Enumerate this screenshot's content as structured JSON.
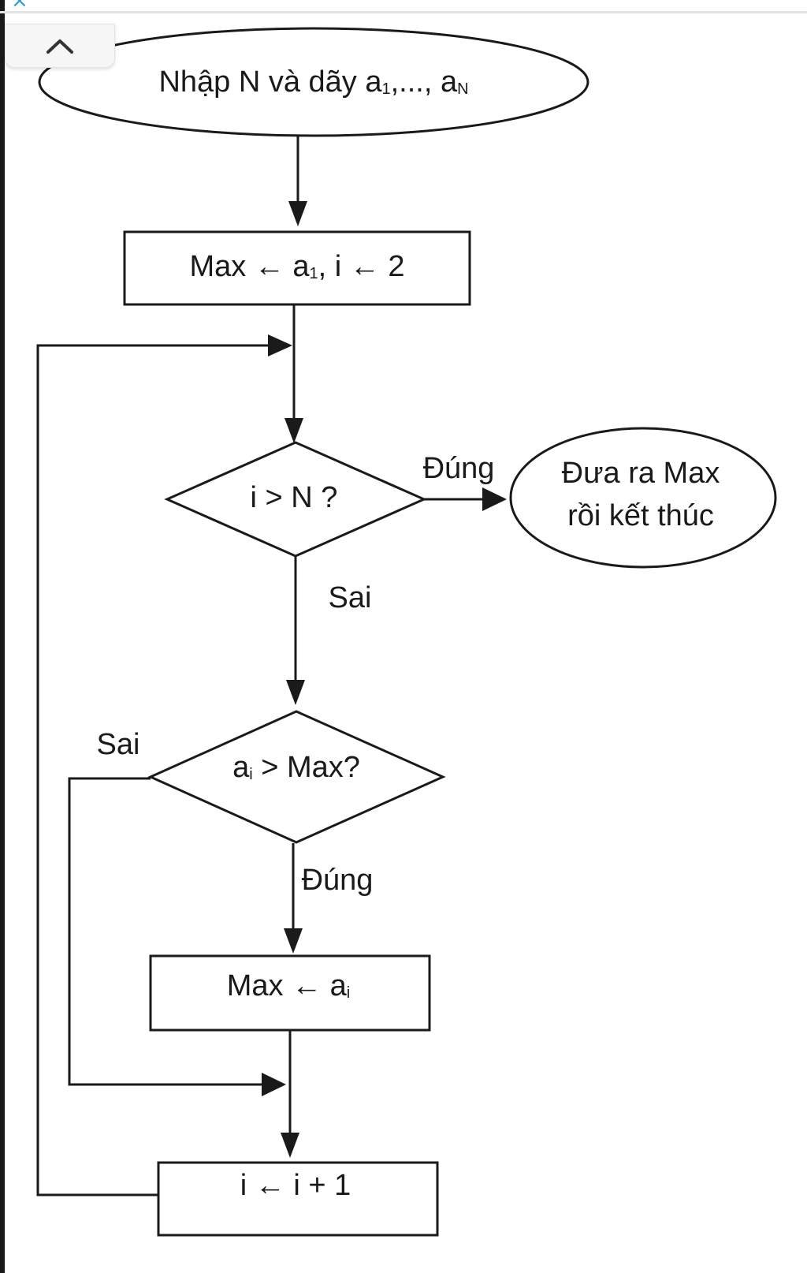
{
  "flowchart": {
    "start": {
      "text": "Nhập N và dãy a",
      "sub1": "1",
      "mid": ",..., a",
      "sub2": "N"
    },
    "init": {
      "text1": "Max ← a",
      "sub": "1",
      "text2": ", i ← 2"
    },
    "decision1": {
      "text": "i > N ?"
    },
    "decision1_true_label": "Đúng",
    "decision1_false_label": "Sai",
    "end": {
      "line1": "Đưa ra Max",
      "line2": "rồi kết thúc"
    },
    "decision2": {
      "text1": "a",
      "sub": "i",
      "text2": " > Max?"
    },
    "decision2_false_label": "Sai",
    "decision2_true_label": "Đúng",
    "assign": {
      "text": "Max ← a",
      "sub": "i"
    },
    "increment": {
      "text": "i ← i + 1"
    }
  },
  "ui": {
    "close_glyph": "×",
    "collapse_icon": "chevron-up-icon"
  },
  "colors": {
    "line": "#1a1a1a",
    "accent": "#2a9fd6"
  }
}
